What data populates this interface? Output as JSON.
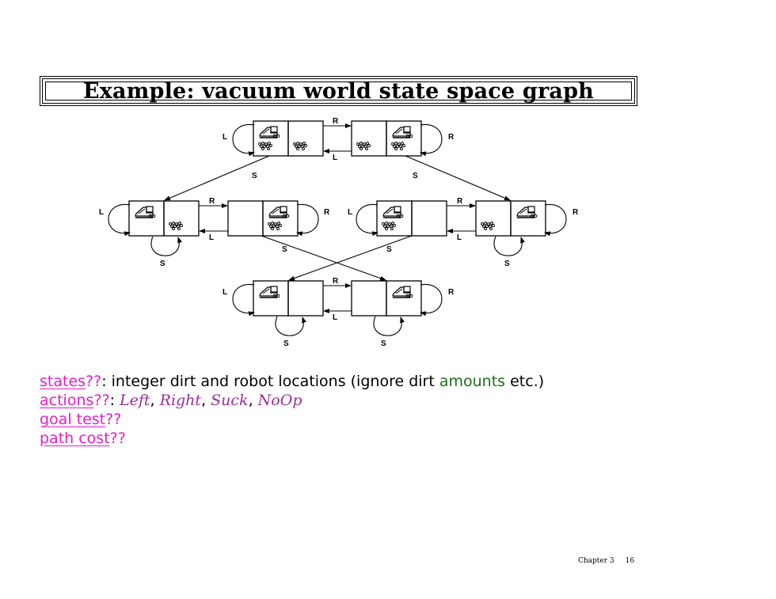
{
  "title": "Example: vacuum world state space graph",
  "diagram": {
    "action_labels": {
      "left": "L",
      "right": "R",
      "suck": "S"
    }
  },
  "lines": {
    "states": {
      "key": "states",
      "q": "??",
      "text1": ": integer dirt and robot locations (ignore dirt ",
      "green": "amounts",
      "text2": " etc.)"
    },
    "actions": {
      "key": "actions",
      "q": "??",
      "sep": ": ",
      "items": [
        "Left",
        "Right",
        "Suck",
        "NoOp"
      ]
    },
    "goal": {
      "key": "goal test",
      "q": "??"
    },
    "path": {
      "key": "path cost",
      "q": "??"
    }
  },
  "footer": {
    "chapter": "Chapter 3",
    "page": "16"
  }
}
